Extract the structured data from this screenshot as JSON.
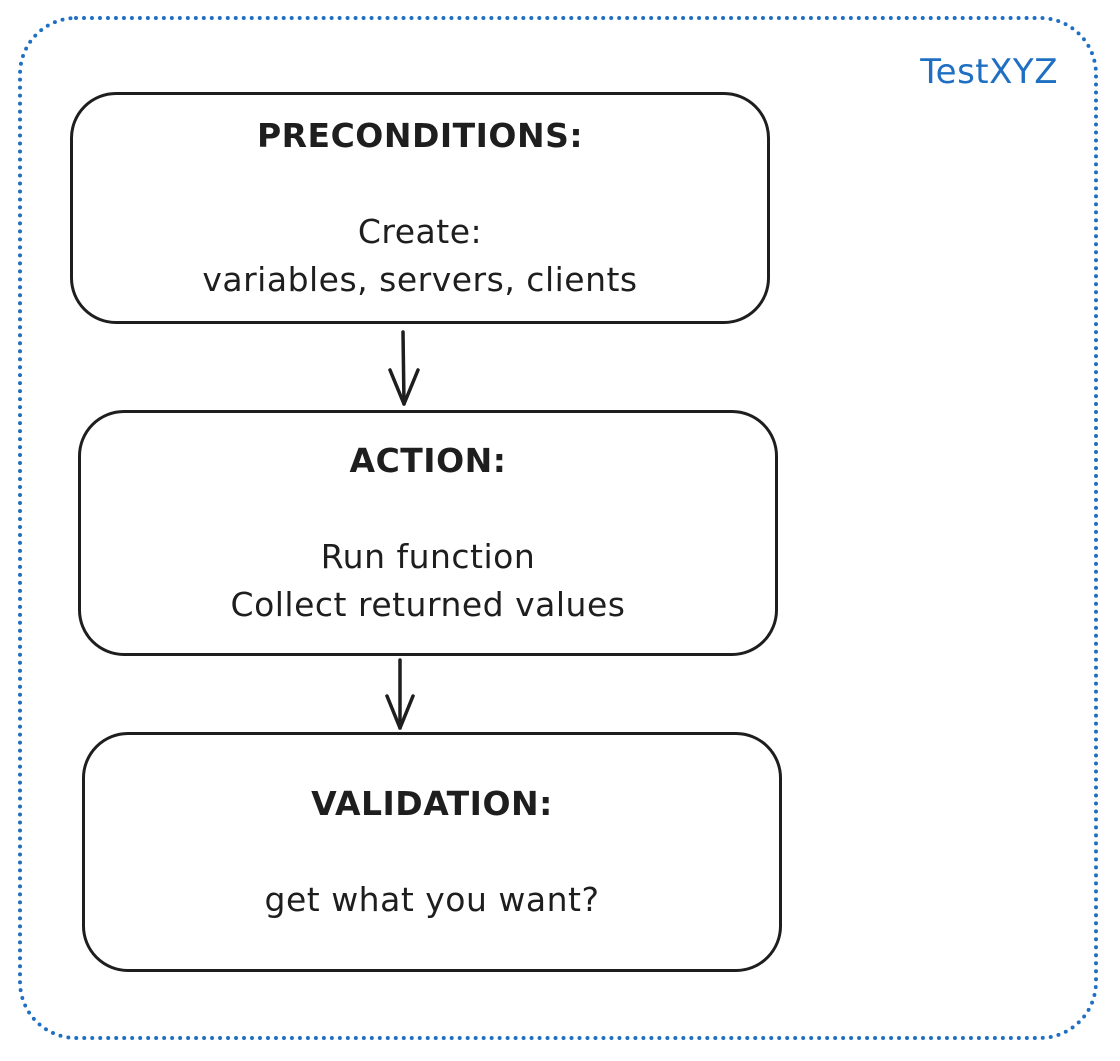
{
  "container": {
    "title": "TestXYZ",
    "accent_color": "#1f6fc2"
  },
  "steps": [
    {
      "heading": "PRECONDITIONS:",
      "lines": [
        "Create:",
        "variables, servers, clients"
      ]
    },
    {
      "heading": "ACTION:",
      "lines": [
        "Run function",
        "Collect returned values"
      ]
    },
    {
      "heading": "VALIDATION:",
      "lines": [
        "get what you want?"
      ]
    }
  ],
  "colors": {
    "stroke": "#1e1e1e",
    "frame": "#1f6fc2",
    "background": "#ffffff"
  }
}
